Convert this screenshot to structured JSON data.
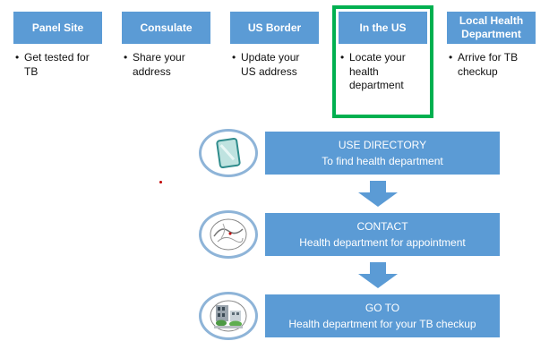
{
  "steps": [
    {
      "title": "Panel Site",
      "bullet": "Get tested for TB"
    },
    {
      "title": "Consulate",
      "bullet": "Share your address"
    },
    {
      "title": "US Border",
      "bullet": "Update your US address"
    },
    {
      "title": "In the US",
      "bullet": "Locate your health department"
    },
    {
      "title": "Local Health Department",
      "bullet": "Arrive for TB checkup"
    }
  ],
  "flow": [
    {
      "line1": "USE DIRECTORY",
      "line2": "To find health department",
      "icon": "directory-icon"
    },
    {
      "line1": "CONTACT",
      "line2": "Health department for appointment",
      "icon": "map-icon"
    },
    {
      "line1": "GO TO",
      "line2": "Health department for your TB checkup",
      "icon": "street-scene-icon"
    }
  ],
  "colors": {
    "accent": "#5B9BD5",
    "highlight": "#00B050"
  }
}
